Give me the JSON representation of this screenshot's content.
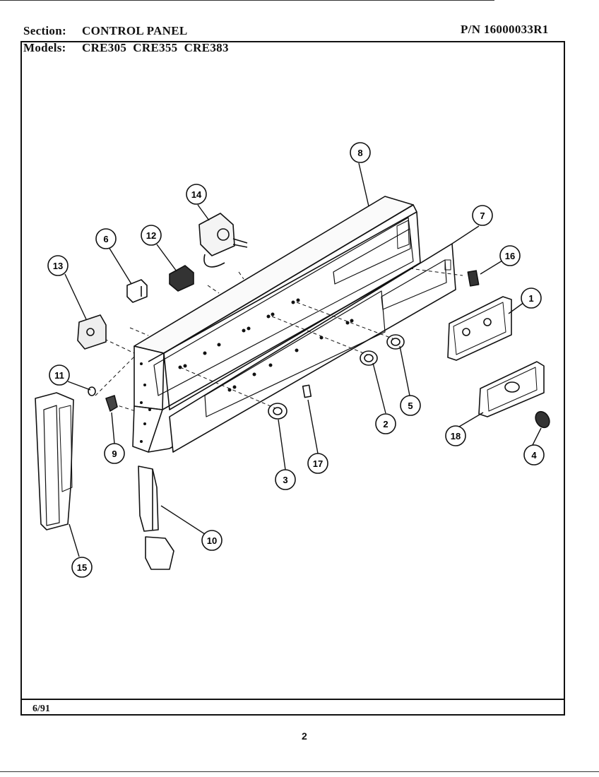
{
  "header": {
    "section_label": "Section:",
    "section_value": "CONTROL PANEL",
    "part_number": "P/N 16000033R1",
    "models_label": "Models:",
    "models_value": "CRE305  CRE355  CRE383"
  },
  "footer": {
    "date": "6/91",
    "page_number": "2"
  },
  "callouts": {
    "c1": "1",
    "c2": "2",
    "c3": "3",
    "c4": "4",
    "c5": "5",
    "c6": "6",
    "c7": "7",
    "c8": "8",
    "c9": "9",
    "c10": "10",
    "c11": "11",
    "c12": "12",
    "c13": "13",
    "c14": "14",
    "c15": "15",
    "c16": "16",
    "c17": "17",
    "c18": "18"
  }
}
